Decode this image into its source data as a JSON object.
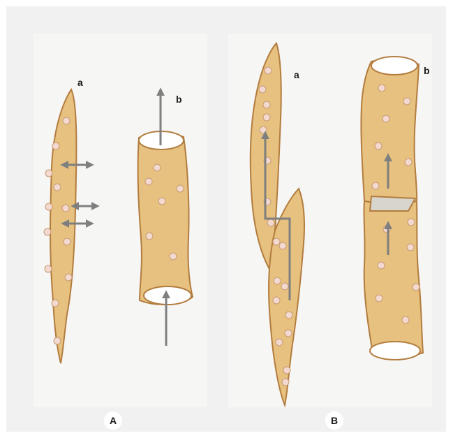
{
  "figure": {
    "panel_a_label": "A",
    "panel_b_label": "B",
    "a_cell_labels": {
      "a": "a",
      "b": "b"
    },
    "b_cell_labels": {
      "a": "a",
      "b": "b"
    }
  },
  "colors": {
    "cell_fill": "#e6c17f",
    "cell_outline": "#b37c3f",
    "pit": "#f3d9cf",
    "arrow": "#7f7f7f",
    "frame": "#f1f1f1",
    "panel": "#f6f6f5"
  }
}
